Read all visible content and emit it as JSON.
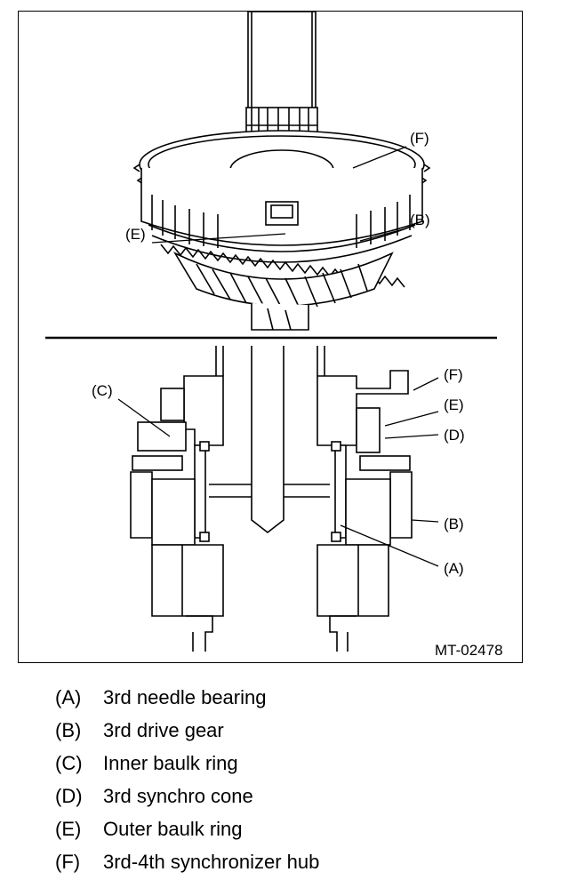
{
  "figure": {
    "code": "MT-02478",
    "callouts": {
      "top_F": "(F)",
      "top_B": "(B)",
      "top_E": "(E)",
      "bottom_C": "(C)",
      "bottom_F": "(F)",
      "bottom_E": "(E)",
      "bottom_D": "(D)",
      "bottom_B": "(B)",
      "bottom_A": "(A)"
    }
  },
  "legend": [
    {
      "letter": "(A)",
      "text": "3rd needle bearing"
    },
    {
      "letter": "(B)",
      "text": "3rd drive gear"
    },
    {
      "letter": "(C)",
      "text": "Inner baulk ring"
    },
    {
      "letter": "(D)",
      "text": "3rd synchro cone"
    },
    {
      "letter": "(E)",
      "text": "Outer baulk ring"
    },
    {
      "letter": "(F)",
      "text": "3rd-4th synchronizer hub"
    }
  ]
}
